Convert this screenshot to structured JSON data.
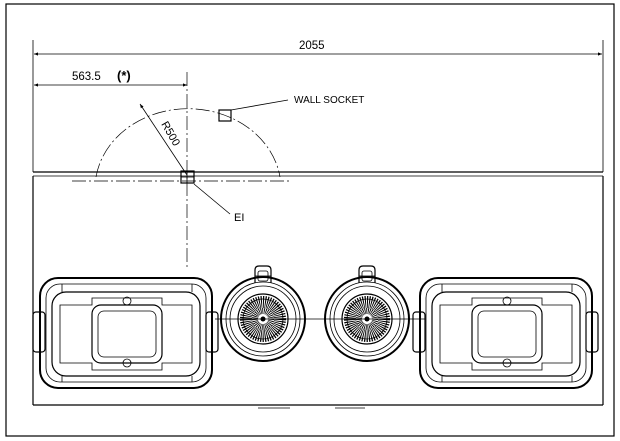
{
  "dimensions": {
    "total_width": "2055",
    "offset": "563.5",
    "offset_note": "(*)",
    "radius": "R500"
  },
  "labels": {
    "wall_socket": "WALL SOCKET",
    "ei": "EI"
  }
}
